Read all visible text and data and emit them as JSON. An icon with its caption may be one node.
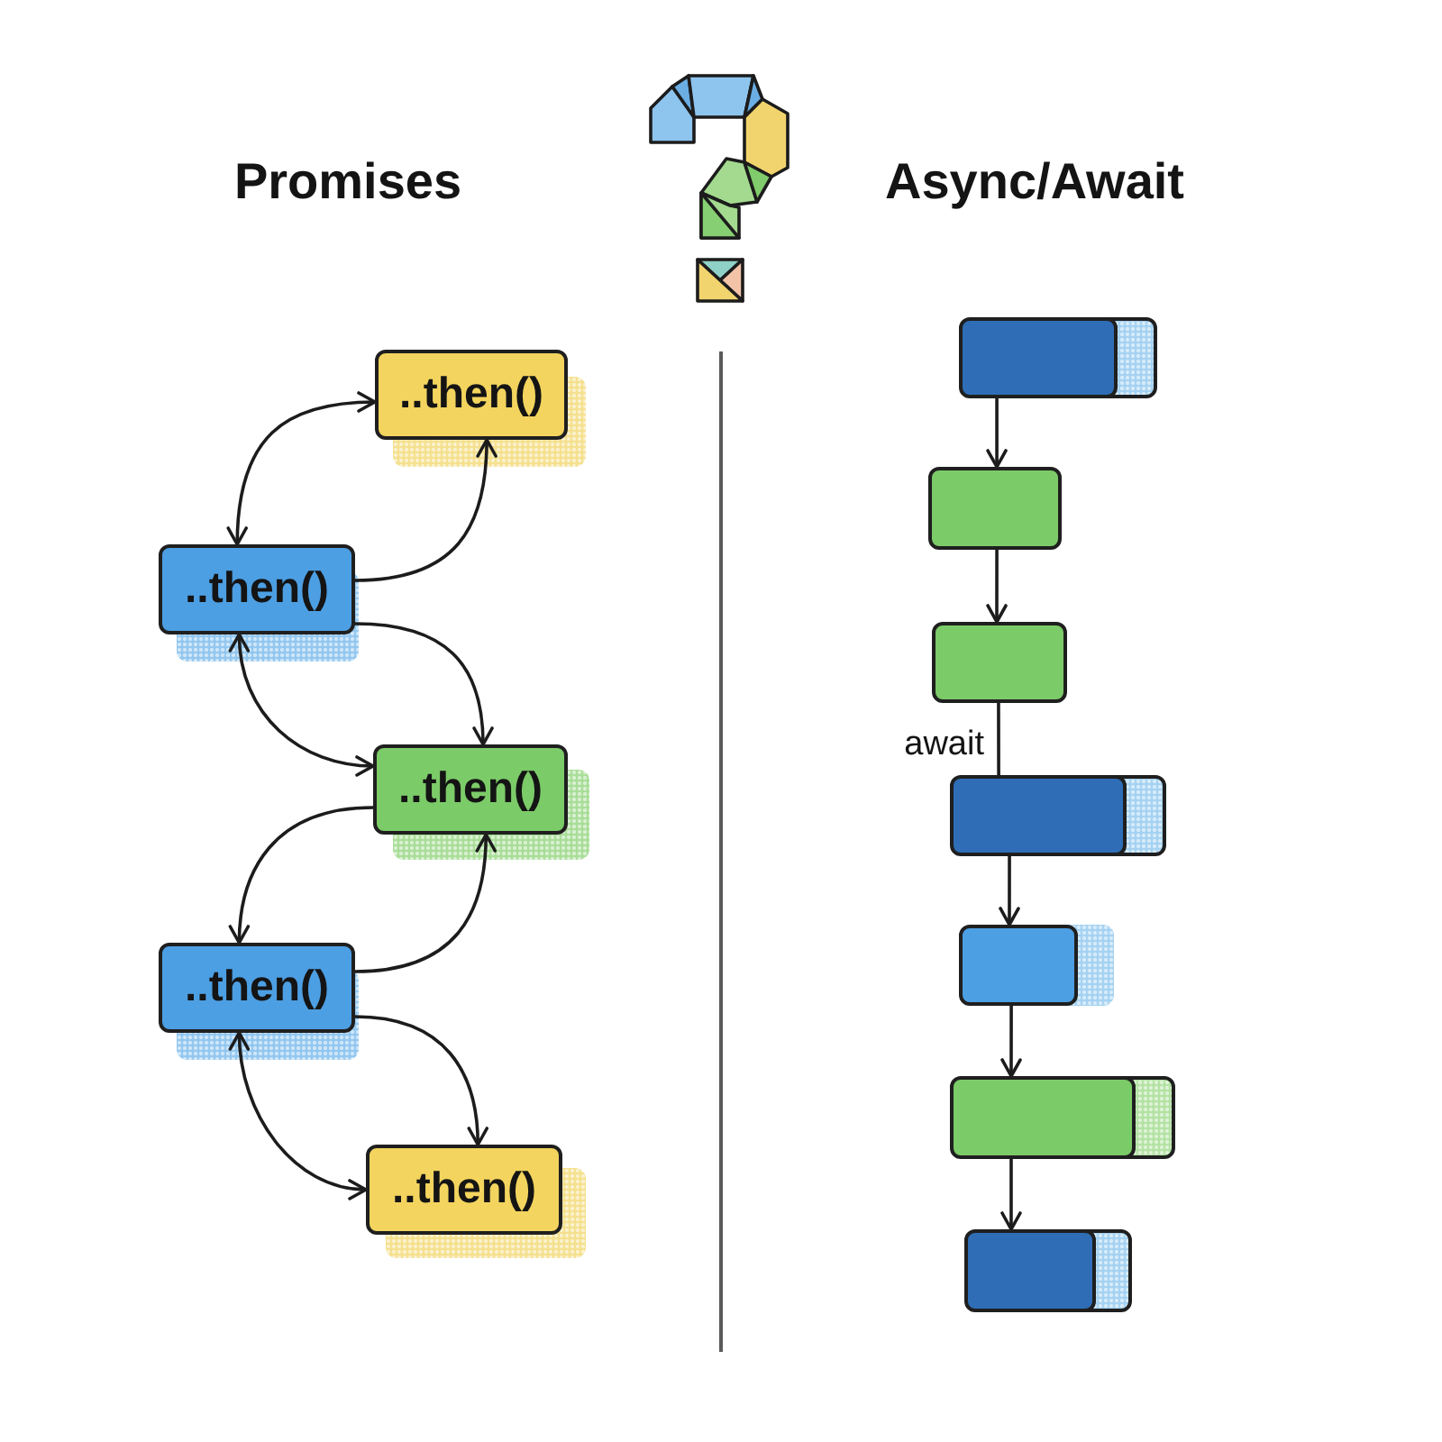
{
  "diagram": {
    "nodes": [
      {
        "text": [
          "..then()"
        ]
      },
      {
        "text": [
          "..then()"
        ]
      },
      {
        "text": [
          "..then()"
        ]
      },
      {
        "text": [
          "..then()"
        ]
      },
      {
        "text": [
          "..then()"
        ]
      },
      {
        "text": [],
        "shape": "box"
      },
      {
        "text": [],
        "shape": "box"
      },
      {
        "text": [],
        "shape": "box"
      },
      {
        "text": [],
        "shape": "box"
      },
      {
        "text": [],
        "shape": "box"
      },
      {
        "text": [],
        "shape": "box"
      },
      {
        "text": [],
        "shape": "box"
      }
    ],
    "edges": [
      {
        "from": 1,
        "to": 0,
        "arrow": "both"
      },
      {
        "from": 1,
        "to": 0,
        "arrow": "to"
      },
      {
        "from": 1,
        "to": 2,
        "arrow": "to"
      },
      {
        "from": 1,
        "to": 2,
        "arrow": "both"
      },
      {
        "from": 2,
        "to": 3,
        "arrow": "to"
      },
      {
        "from": 3,
        "to": 2,
        "arrow": "to"
      },
      {
        "from": 3,
        "to": 4,
        "arrow": "to"
      },
      {
        "from": 3,
        "to": 4,
        "arrow": "both"
      },
      {
        "from": 5,
        "to": 6,
        "arrow": "to"
      },
      {
        "from": 6,
        "to": 7,
        "arrow": "to"
      },
      {
        "from": 7,
        "to": 8,
        "arrow": "none",
        "label": "await"
      },
      {
        "from": 8,
        "to": 9,
        "arrow": "to"
      },
      {
        "from": 9,
        "to": 10,
        "arrow": "to"
      },
      {
        "from": 10,
        "to": 11,
        "arrow": "to"
      }
    ],
    "labels": [
      "Promises",
      "Async/Await"
    ]
  }
}
